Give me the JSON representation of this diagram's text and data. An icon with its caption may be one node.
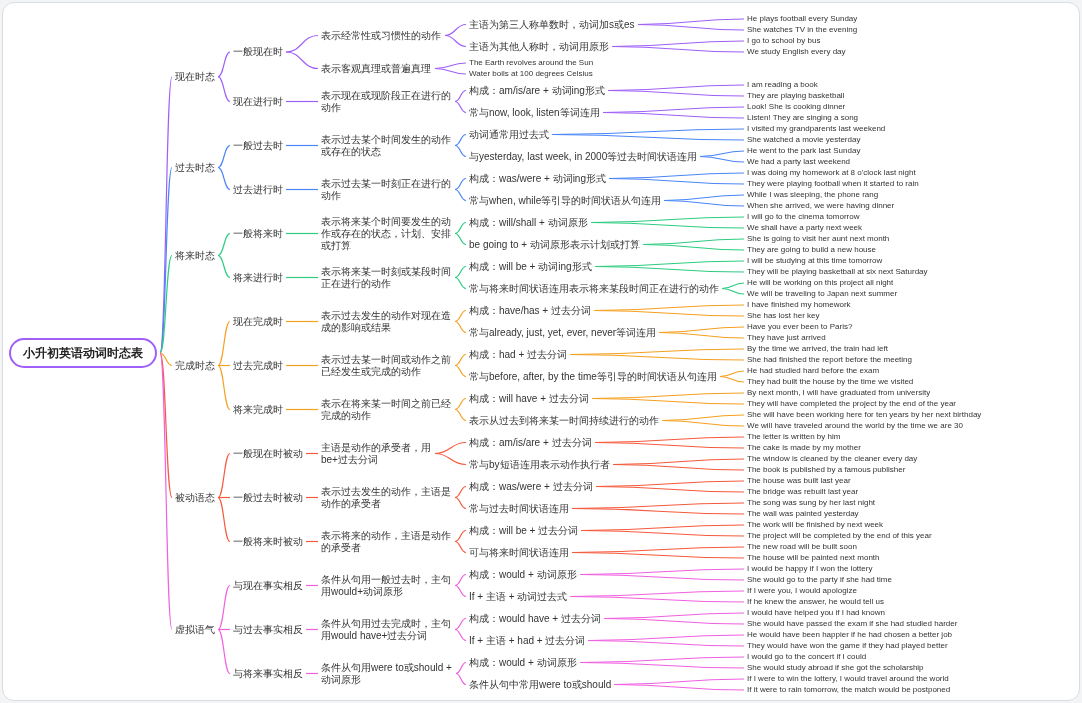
{
  "diagram": {
    "nodes": [
      {
        "text": [
          "小升初英语动词时态表"
        ]
      },
      {
        "text": [
          "现在时态"
        ]
      },
      {
        "text": [
          "一般现在时"
        ]
      },
      {
        "text": [
          "表示经常性或习惯性的动作"
        ]
      },
      {
        "text": [
          "主语为第三人称单数时，动词加s或es"
        ]
      },
      {
        "text": [
          "He plays football every Sunday"
        ]
      },
      {
        "text": [
          "She watches TV in the evening"
        ]
      },
      {
        "text": [
          "主语为其他人称时，动词用原形"
        ]
      },
      {
        "text": [
          "I go to school by bus"
        ]
      },
      {
        "text": [
          "We study English every day"
        ]
      },
      {
        "text": [
          "表示客观真理或普遍真理"
        ]
      },
      {
        "text": [
          "The Earth revolves around the Sun"
        ]
      },
      {
        "text": [
          "Water boils at 100 degrees Celsius"
        ]
      },
      {
        "text": [
          "现在进行时"
        ]
      },
      {
        "text": [
          "表示现在或现阶段正在进行的动作"
        ]
      },
      {
        "text": [
          "构成：am/is/are + 动词ing形式"
        ]
      },
      {
        "text": [
          "I am reading a book"
        ]
      },
      {
        "text": [
          "They are playing basketball"
        ]
      },
      {
        "text": [
          "常与now, look, listen等词连用"
        ]
      },
      {
        "text": [
          "Look! She is cooking dinner"
        ]
      },
      {
        "text": [
          "Listen! They are singing a song"
        ]
      },
      {
        "text": [
          "过去时态"
        ]
      },
      {
        "text": [
          "一般过去时"
        ]
      },
      {
        "text": [
          "表示过去某个时间发生的动作或存在的状态"
        ]
      },
      {
        "text": [
          "动词通常用过去式"
        ]
      },
      {
        "text": [
          "I visited my grandparents last weekend"
        ]
      },
      {
        "text": [
          "She watched a movie yesterday"
        ]
      },
      {
        "text": [
          "与yesterday, last week, in 2000等过去时间状语连用"
        ]
      },
      {
        "text": [
          "He went to the park last Sunday"
        ]
      },
      {
        "text": [
          "We had a party last weekend"
        ]
      },
      {
        "text": [
          "过去进行时"
        ]
      },
      {
        "text": [
          "表示过去某一时刻正在进行的动作"
        ]
      },
      {
        "text": [
          "构成：was/were + 动词ing形式"
        ]
      },
      {
        "text": [
          "I was doing my homework at 8 o'clock last night"
        ]
      },
      {
        "text": [
          "They were playing football when it started to rain"
        ]
      },
      {
        "text": [
          "常与when, while等引导的时间状语从句连用"
        ]
      },
      {
        "text": [
          "While I was sleeping, the phone rang"
        ]
      },
      {
        "text": [
          "When she arrived, we were having dinner"
        ]
      },
      {
        "text": [
          "将来时态"
        ]
      },
      {
        "text": [
          "一般将来时"
        ]
      },
      {
        "text": [
          "表示将来某个时间要发生的动作或存在的状态，计划、安排或打算"
        ]
      },
      {
        "text": [
          "构成：will/shall + 动词原形"
        ]
      },
      {
        "text": [
          "I will go to the cinema tomorrow"
        ]
      },
      {
        "text": [
          "We shall have a party next week"
        ]
      },
      {
        "text": [
          "be going to + 动词原形表示计划或打算"
        ]
      },
      {
        "text": [
          "She is going to visit her aunt next month"
        ]
      },
      {
        "text": [
          "They are going to build a new house"
        ]
      },
      {
        "text": [
          "将来进行时"
        ]
      },
      {
        "text": [
          "表示将来某一时刻或某段时间正在进行的动作"
        ]
      },
      {
        "text": [
          "构成：will be + 动词ing形式"
        ]
      },
      {
        "text": [
          "I will be studying at this time tomorrow"
        ]
      },
      {
        "text": [
          "They will be playing basketball at six next Saturday"
        ]
      },
      {
        "text": [
          "常与将来时间状语连用表示将来某段时间正在进行的动作"
        ]
      },
      {
        "text": [
          "He will be working on this project all night"
        ]
      },
      {
        "text": [
          "We will be traveling to Japan next summer"
        ]
      },
      {
        "text": [
          "完成时态"
        ]
      },
      {
        "text": [
          "现在完成时"
        ]
      },
      {
        "text": [
          "表示过去发生的动作对现在造成的影响或结果"
        ]
      },
      {
        "text": [
          "构成：have/has + 过去分词"
        ]
      },
      {
        "text": [
          "I have finished my homework"
        ]
      },
      {
        "text": [
          "She has lost her key"
        ]
      },
      {
        "text": [
          "常与already, just, yet, ever, never等词连用"
        ]
      },
      {
        "text": [
          "Have you ever been to Paris?"
        ]
      },
      {
        "text": [
          "They have just arrived"
        ]
      },
      {
        "text": [
          "过去完成时"
        ]
      },
      {
        "text": [
          "表示过去某一时间或动作之前已经发生或完成的动作"
        ]
      },
      {
        "text": [
          "构成：had + 过去分词"
        ]
      },
      {
        "text": [
          "By the time we arrived, the train had left"
        ]
      },
      {
        "text": [
          "She had finished the report before the meeting"
        ]
      },
      {
        "text": [
          "常与before, after, by the time等引导的时间状语从句连用"
        ]
      },
      {
        "text": [
          "He had studied hard before the exam"
        ]
      },
      {
        "text": [
          "They had built the house by the time we visited"
        ]
      },
      {
        "text": [
          "将来完成时"
        ]
      },
      {
        "text": [
          "表示在将来某一时间之前已经完成的动作"
        ]
      },
      {
        "text": [
          "构成：will have + 过去分词"
        ]
      },
      {
        "text": [
          "By next month, I will have graduated from university"
        ]
      },
      {
        "text": [
          "They will have completed the project by the end of the year"
        ]
      },
      {
        "text": [
          "表示从过去到将来某一时间持续进行的动作"
        ]
      },
      {
        "text": [
          "She will have been working here for ten years by her next birthday"
        ]
      },
      {
        "text": [
          "We will have traveled around the world by the time we are 30"
        ]
      },
      {
        "text": [
          "被动语态"
        ]
      },
      {
        "text": [
          "一般现在时被动"
        ]
      },
      {
        "text": [
          "主语是动作的承受者，用be+过去分词"
        ]
      },
      {
        "text": [
          "构成：am/is/are + 过去分词"
        ]
      },
      {
        "text": [
          "The letter is written by him"
        ]
      },
      {
        "text": [
          "The cake is made by my mother"
        ]
      },
      {
        "text": [
          "常与by短语连用表示动作执行者"
        ]
      },
      {
        "text": [
          "The window is cleaned by the cleaner every day"
        ]
      },
      {
        "text": [
          "The book is published by a famous publisher"
        ]
      },
      {
        "text": [
          "一般过去时被动"
        ]
      },
      {
        "text": [
          "表示过去发生的动作，主语是动作的承受者"
        ]
      },
      {
        "text": [
          "构成：was/were + 过去分词"
        ]
      },
      {
        "text": [
          "The house was built last year"
        ]
      },
      {
        "text": [
          "The bridge was rebuilt last year"
        ]
      },
      {
        "text": [
          "常与过去时间状语连用"
        ]
      },
      {
        "text": [
          "The song was sung by her last night"
        ]
      },
      {
        "text": [
          "The wall was painted yesterday"
        ]
      },
      {
        "text": [
          "一般将来时被动"
        ]
      },
      {
        "text": [
          "表示将来的动作，主语是动作的承受者"
        ]
      },
      {
        "text": [
          "构成：will be + 过去分词"
        ]
      },
      {
        "text": [
          "The work will be finished by next week"
        ]
      },
      {
        "text": [
          "The project will be completed by the end of this year"
        ]
      },
      {
        "text": [
          "可与将来时间状语连用"
        ]
      },
      {
        "text": [
          "The new road will be built soon"
        ]
      },
      {
        "text": [
          "The house will be painted next month"
        ]
      },
      {
        "text": [
          "虚拟语气"
        ]
      },
      {
        "text": [
          "与现在事实相反"
        ]
      },
      {
        "text": [
          "条件从句用一般过去时，主句用would+动词原形"
        ]
      },
      {
        "text": [
          "构成：would + 动词原形"
        ]
      },
      {
        "text": [
          "I would be happy if I won the lottery"
        ]
      },
      {
        "text": [
          "She would go to the party if she had time"
        ]
      },
      {
        "text": [
          "If + 主语 + 动词过去式"
        ]
      },
      {
        "text": [
          "If I were you, I would apologize"
        ]
      },
      {
        "text": [
          "If he knew the answer, he would tell us"
        ]
      },
      {
        "text": [
          "与过去事实相反"
        ]
      },
      {
        "text": [
          "条件从句用过去完成时，主句用would have+过去分词"
        ]
      },
      {
        "text": [
          "构成：would have + 过去分词"
        ]
      },
      {
        "text": [
          "I would have helped you if I had known"
        ]
      },
      {
        "text": [
          "She would have passed the exam if she had studied harder"
        ]
      },
      {
        "text": [
          "If + 主语 + had + 过去分词"
        ]
      },
      {
        "text": [
          "He would have been happier if he had chosen a better job"
        ]
      },
      {
        "text": [
          "They would have won the game if they had played better"
        ]
      },
      {
        "text": [
          "与将来事实相反"
        ]
      },
      {
        "text": [
          "条件从句用were to或should + 动词原形"
        ]
      },
      {
        "text": [
          "构成：would + 动词原形"
        ]
      },
      {
        "text": [
          "I would go to the concert if I could"
        ]
      },
      {
        "text": [
          "She would study abroad if she got the scholarship"
        ]
      },
      {
        "text": [
          "条件从句中常用were to或should"
        ]
      },
      {
        "text": [
          "If I were to win the lottery, I would travel around the world"
        ]
      },
      {
        "text": [
          "If it were to rain tomorrow, the match would be postponed"
        ]
      }
    ],
    "edges": [
      {
        "from": 0,
        "to": 1,
        "arrow": "none",
        "color": "#a060f8"
      },
      {
        "from": 1,
        "to": 2,
        "arrow": "none",
        "color": "#a060f8"
      },
      {
        "from": 2,
        "to": 3,
        "arrow": "none",
        "color": "#a060f8"
      },
      {
        "from": 3,
        "to": 4,
        "arrow": "none",
        "color": "#a060f8"
      },
      {
        "from": 4,
        "to": 5,
        "arrow": "none",
        "color": "#a060f8"
      },
      {
        "from": 4,
        "to": 6,
        "arrow": "none",
        "color": "#a060f8"
      },
      {
        "from": 3,
        "to": 7,
        "arrow": "none",
        "color": "#a060f8"
      },
      {
        "from": 7,
        "to": 8,
        "arrow": "none",
        "color": "#a060f8"
      },
      {
        "from": 7,
        "to": 9,
        "arrow": "none",
        "color": "#a060f8"
      },
      {
        "from": 2,
        "to": 10,
        "arrow": "none",
        "color": "#a060f8"
      },
      {
        "from": 10,
        "to": 11,
        "arrow": "none",
        "color": "#a060f8"
      },
      {
        "from": 10,
        "to": 12,
        "arrow": "none",
        "color": "#a060f8"
      },
      {
        "from": 1,
        "to": 13,
        "arrow": "none",
        "color": "#a060f8"
      },
      {
        "from": 13,
        "to": 14,
        "arrow": "none",
        "color": "#a060f8"
      },
      {
        "from": 14,
        "to": 15,
        "arrow": "none",
        "color": "#a060f8"
      },
      {
        "from": 15,
        "to": 16,
        "arrow": "none",
        "color": "#a060f8"
      },
      {
        "from": 15,
        "to": 17,
        "arrow": "none",
        "color": "#a060f8"
      },
      {
        "from": 14,
        "to": 18,
        "arrow": "none",
        "color": "#a060f8"
      },
      {
        "from": 18,
        "to": 19,
        "arrow": "none",
        "color": "#a060f8"
      },
      {
        "from": 18,
        "to": 20,
        "arrow": "none",
        "color": "#a060f8"
      },
      {
        "from": 0,
        "to": 21,
        "arrow": "none",
        "color": "#4a86f7"
      },
      {
        "from": 21,
        "to": 22,
        "arrow": "none",
        "color": "#4a86f7"
      },
      {
        "from": 22,
        "to": 23,
        "arrow": "none",
        "color": "#4a86f7"
      },
      {
        "from": 23,
        "to": 24,
        "arrow": "none",
        "color": "#4a86f7"
      },
      {
        "from": 24,
        "to": 25,
        "arrow": "none",
        "color": "#4a86f7"
      },
      {
        "from": 24,
        "to": 26,
        "arrow": "none",
        "color": "#4a86f7"
      },
      {
        "from": 23,
        "to": 27,
        "arrow": "none",
        "color": "#4a86f7"
      },
      {
        "from": 27,
        "to": 28,
        "arrow": "none",
        "color": "#4a86f7"
      },
      {
        "from": 27,
        "to": 29,
        "arrow": "none",
        "color": "#4a86f7"
      },
      {
        "from": 21,
        "to": 30,
        "arrow": "none",
        "color": "#4a86f7"
      },
      {
        "from": 30,
        "to": 31,
        "arrow": "none",
        "color": "#4a86f7"
      },
      {
        "from": 31,
        "to": 32,
        "arrow": "none",
        "color": "#4a86f7"
      },
      {
        "from": 32,
        "to": 33,
        "arrow": "none",
        "color": "#4a86f7"
      },
      {
        "from": 32,
        "to": 34,
        "arrow": "none",
        "color": "#4a86f7"
      },
      {
        "from": 31,
        "to": 35,
        "arrow": "none",
        "color": "#4a86f7"
      },
      {
        "from": 35,
        "to": 36,
        "arrow": "none",
        "color": "#4a86f7"
      },
      {
        "from": 35,
        "to": 37,
        "arrow": "none",
        "color": "#4a86f7"
      },
      {
        "from": 0,
        "to": 38,
        "arrow": "none",
        "color": "#2ecc80"
      },
      {
        "from": 38,
        "to": 39,
        "arrow": "none",
        "color": "#2ecc80"
      },
      {
        "from": 39,
        "to": 40,
        "arrow": "none",
        "color": "#2ecc80"
      },
      {
        "from": 40,
        "to": 41,
        "arrow": "none",
        "color": "#2ecc80"
      },
      {
        "from": 41,
        "to": 42,
        "arrow": "none",
        "color": "#2ecc80"
      },
      {
        "from": 41,
        "to": 43,
        "arrow": "none",
        "color": "#2ecc80"
      },
      {
        "from": 40,
        "to": 44,
        "arrow": "none",
        "color": "#2ecc80"
      },
      {
        "from": 44,
        "to": 45,
        "arrow": "none",
        "color": "#2ecc80"
      },
      {
        "from": 44,
        "to": 46,
        "arrow": "none",
        "color": "#2ecc80"
      },
      {
        "from": 38,
        "to": 47,
        "arrow": "none",
        "color": "#2ecc80"
      },
      {
        "from": 47,
        "to": 48,
        "arrow": "none",
        "color": "#2ecc80"
      },
      {
        "from": 48,
        "to": 49,
        "arrow": "none",
        "color": "#2ecc80"
      },
      {
        "from": 49,
        "to": 50,
        "arrow": "none",
        "color": "#2ecc80"
      },
      {
        "from": 49,
        "to": 51,
        "arrow": "none",
        "color": "#2ecc80"
      },
      {
        "from": 48,
        "to": 52,
        "arrow": "none",
        "color": "#2ecc80"
      },
      {
        "from": 52,
        "to": 53,
        "arrow": "none",
        "color": "#2ecc80"
      },
      {
        "from": 52,
        "to": 54,
        "arrow": "none",
        "color": "#2ecc80"
      },
      {
        "from": 0,
        "to": 55,
        "arrow": "none",
        "color": "#f5a020"
      },
      {
        "from": 55,
        "to": 56,
        "arrow": "none",
        "color": "#f5a020"
      },
      {
        "from": 56,
        "to": 57,
        "arrow": "none",
        "color": "#f5a020"
      },
      {
        "from": 57,
        "to": 58,
        "arrow": "none",
        "color": "#f5a020"
      },
      {
        "from": 58,
        "to": 59,
        "arrow": "none",
        "color": "#f5a020"
      },
      {
        "from": 58,
        "to": 60,
        "arrow": "none",
        "color": "#f5a020"
      },
      {
        "from": 57,
        "to": 61,
        "arrow": "none",
        "color": "#f5a020"
      },
      {
        "from": 61,
        "to": 62,
        "arrow": "none",
        "color": "#f5a020"
      },
      {
        "from": 61,
        "to": 63,
        "arrow": "none",
        "color": "#f5a020"
      },
      {
        "from": 55,
        "to": 64,
        "arrow": "none",
        "color": "#f5a020"
      },
      {
        "from": 64,
        "to": 65,
        "arrow": "none",
        "color": "#f5a020"
      },
      {
        "from": 65,
        "to": 66,
        "arrow": "none",
        "color": "#f5a020"
      },
      {
        "from": 66,
        "to": 67,
        "arrow": "none",
        "color": "#f5a020"
      },
      {
        "from": 66,
        "to": 68,
        "arrow": "none",
        "color": "#f5a020"
      },
      {
        "from": 65,
        "to": 69,
        "arrow": "none",
        "color": "#f5a020"
      },
      {
        "from": 69,
        "to": 70,
        "arrow": "none",
        "color": "#f5a020"
      },
      {
        "from": 69,
        "to": 71,
        "arrow": "none",
        "color": "#f5a020"
      },
      {
        "from": 55,
        "to": 72,
        "arrow": "none",
        "color": "#f5a020"
      },
      {
        "from": 72,
        "to": 73,
        "arrow": "none",
        "color": "#f5a020"
      },
      {
        "from": 73,
        "to": 74,
        "arrow": "none",
        "color": "#f5a020"
      },
      {
        "from": 74,
        "to": 75,
        "arrow": "none",
        "color": "#f5a020"
      },
      {
        "from": 74,
        "to": 76,
        "arrow": "none",
        "color": "#f5a020"
      },
      {
        "from": 73,
        "to": 77,
        "arrow": "none",
        "color": "#f5a020"
      },
      {
        "from": 77,
        "to": 78,
        "arrow": "none",
        "color": "#f5a020"
      },
      {
        "from": 77,
        "to": 79,
        "arrow": "none",
        "color": "#f5a020"
      },
      {
        "from": 0,
        "to": 80,
        "arrow": "none",
        "color": "#f55a3c"
      },
      {
        "from": 80,
        "to": 81,
        "arrow": "none",
        "color": "#f55a3c"
      },
      {
        "from": 81,
        "to": 82,
        "arrow": "none",
        "color": "#f55a3c"
      },
      {
        "from": 82,
        "to": 83,
        "arrow": "none",
        "color": "#f55a3c"
      },
      {
        "from": 83,
        "to": 84,
        "arrow": "none",
        "color": "#f55a3c"
      },
      {
        "from": 83,
        "to": 85,
        "arrow": "none",
        "color": "#f55a3c"
      },
      {
        "from": 82,
        "to": 86,
        "arrow": "none",
        "color": "#f55a3c"
      },
      {
        "from": 86,
        "to": 87,
        "arrow": "none",
        "color": "#f55a3c"
      },
      {
        "from": 86,
        "to": 88,
        "arrow": "none",
        "color": "#f55a3c"
      },
      {
        "from": 80,
        "to": 89,
        "arrow": "none",
        "color": "#f55a3c"
      },
      {
        "from": 89,
        "to": 90,
        "arrow": "none",
        "color": "#f55a3c"
      },
      {
        "from": 90,
        "to": 91,
        "arrow": "none",
        "color": "#f55a3c"
      },
      {
        "from": 91,
        "to": 92,
        "arrow": "none",
        "color": "#f55a3c"
      },
      {
        "from": 91,
        "to": 93,
        "arrow": "none",
        "color": "#f55a3c"
      },
      {
        "from": 90,
        "to": 94,
        "arrow": "none",
        "color": "#f55a3c"
      },
      {
        "from": 94,
        "to": 95,
        "arrow": "none",
        "color": "#f55a3c"
      },
      {
        "from": 94,
        "to": 96,
        "arrow": "none",
        "color": "#f55a3c"
      },
      {
        "from": 80,
        "to": 97,
        "arrow": "none",
        "color": "#f55a3c"
      },
      {
        "from": 97,
        "to": 98,
        "arrow": "none",
        "color": "#f55a3c"
      },
      {
        "from": 98,
        "to": 99,
        "arrow": "none",
        "color": "#f55a3c"
      },
      {
        "from": 99,
        "to": 100,
        "arrow": "none",
        "color": "#f55a3c"
      },
      {
        "from": 99,
        "to": 101,
        "arrow": "none",
        "color": "#f55a3c"
      },
      {
        "from": 98,
        "to": 102,
        "arrow": "none",
        "color": "#f55a3c"
      },
      {
        "from": 102,
        "to": 103,
        "arrow": "none",
        "color": "#f55a3c"
      },
      {
        "from": 102,
        "to": 104,
        "arrow": "none",
        "color": "#f55a3c"
      },
      {
        "from": 0,
        "to": 105,
        "arrow": "none",
        "color": "#f060e0"
      },
      {
        "from": 105,
        "to": 106,
        "arrow": "none",
        "color": "#f060e0"
      },
      {
        "from": 106,
        "to": 107,
        "arrow": "none",
        "color": "#f060e0"
      },
      {
        "from": 107,
        "to": 108,
        "arrow": "none",
        "color": "#f060e0"
      },
      {
        "from": 108,
        "to": 109,
        "arrow": "none",
        "color": "#f060e0"
      },
      {
        "from": 108,
        "to": 110,
        "arrow": "none",
        "color": "#f060e0"
      },
      {
        "from": 107,
        "to": 111,
        "arrow": "none",
        "color": "#f060e0"
      },
      {
        "from": 111,
        "to": 112,
        "arrow": "none",
        "color": "#f060e0"
      },
      {
        "from": 111,
        "to": 113,
        "arrow": "none",
        "color": "#f060e0"
      },
      {
        "from": 105,
        "to": 114,
        "arrow": "none",
        "color": "#f060e0"
      },
      {
        "from": 114,
        "to": 115,
        "arrow": "none",
        "color": "#f060e0"
      },
      {
        "from": 115,
        "to": 116,
        "arrow": "none",
        "color": "#f060e0"
      },
      {
        "from": 116,
        "to": 117,
        "arrow": "none",
        "color": "#f060e0"
      },
      {
        "from": 116,
        "to": 118,
        "arrow": "none",
        "color": "#f060e0"
      },
      {
        "from": 115,
        "to": 119,
        "arrow": "none",
        "color": "#f060e0"
      },
      {
        "from": 119,
        "to": 120,
        "arrow": "none",
        "color": "#f060e0"
      },
      {
        "from": 119,
        "to": 121,
        "arrow": "none",
        "color": "#f060e0"
      },
      {
        "from": 105,
        "to": 122,
        "arrow": "none",
        "color": "#f060e0"
      },
      {
        "from": 122,
        "to": 123,
        "arrow": "none",
        "color": "#f060e0"
      },
      {
        "from": 123,
        "to": 124,
        "arrow": "none",
        "color": "#f060e0"
      },
      {
        "from": 124,
        "to": 125,
        "arrow": "none",
        "color": "#f060e0"
      },
      {
        "from": 124,
        "to": 126,
        "arrow": "none",
        "color": "#f060e0"
      },
      {
        "from": 123,
        "to": 127,
        "arrow": "none",
        "color": "#f060e0"
      },
      {
        "from": 127,
        "to": 128,
        "arrow": "none",
        "color": "#f060e0"
      },
      {
        "from": 127,
        "to": 129,
        "arrow": "none",
        "color": "#f060e0"
      }
    ]
  }
}
